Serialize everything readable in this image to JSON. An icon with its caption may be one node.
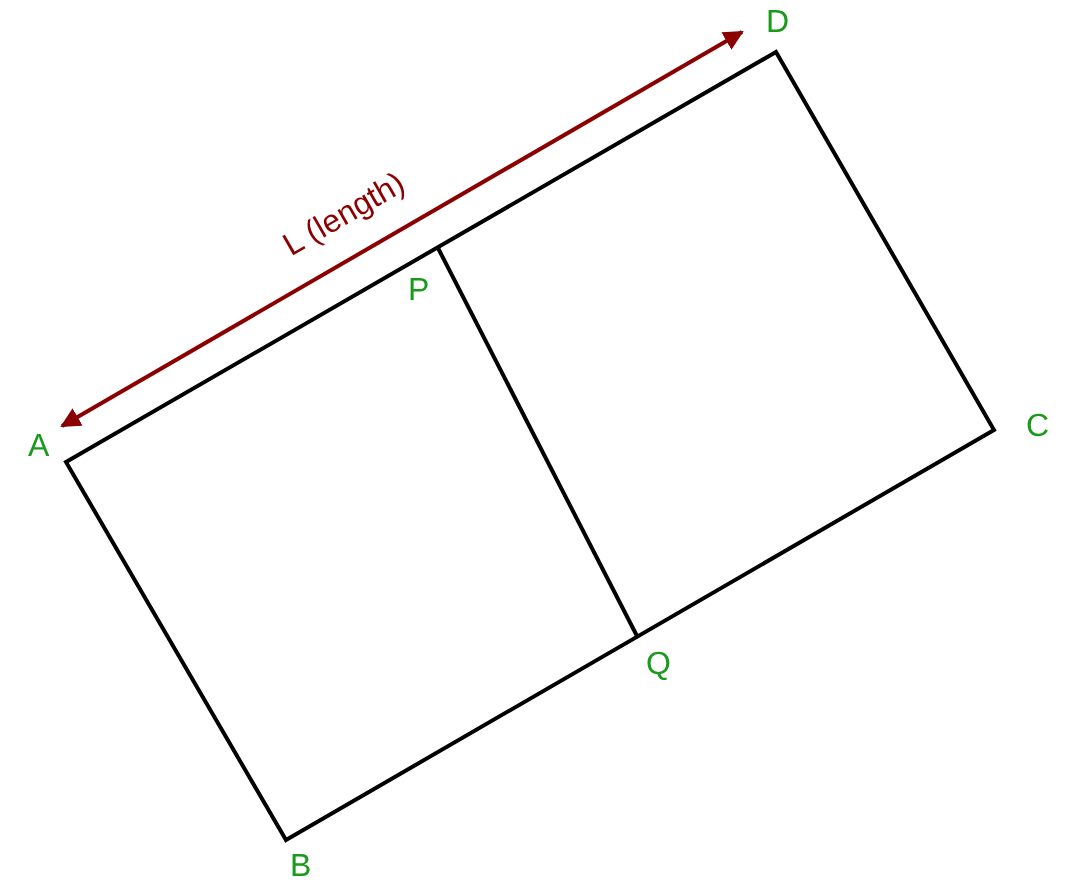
{
  "diagram": {
    "labels": [
      "D",
      "L (length)",
      "P",
      "A",
      "C",
      "Q",
      "B"
    ]
  }
}
